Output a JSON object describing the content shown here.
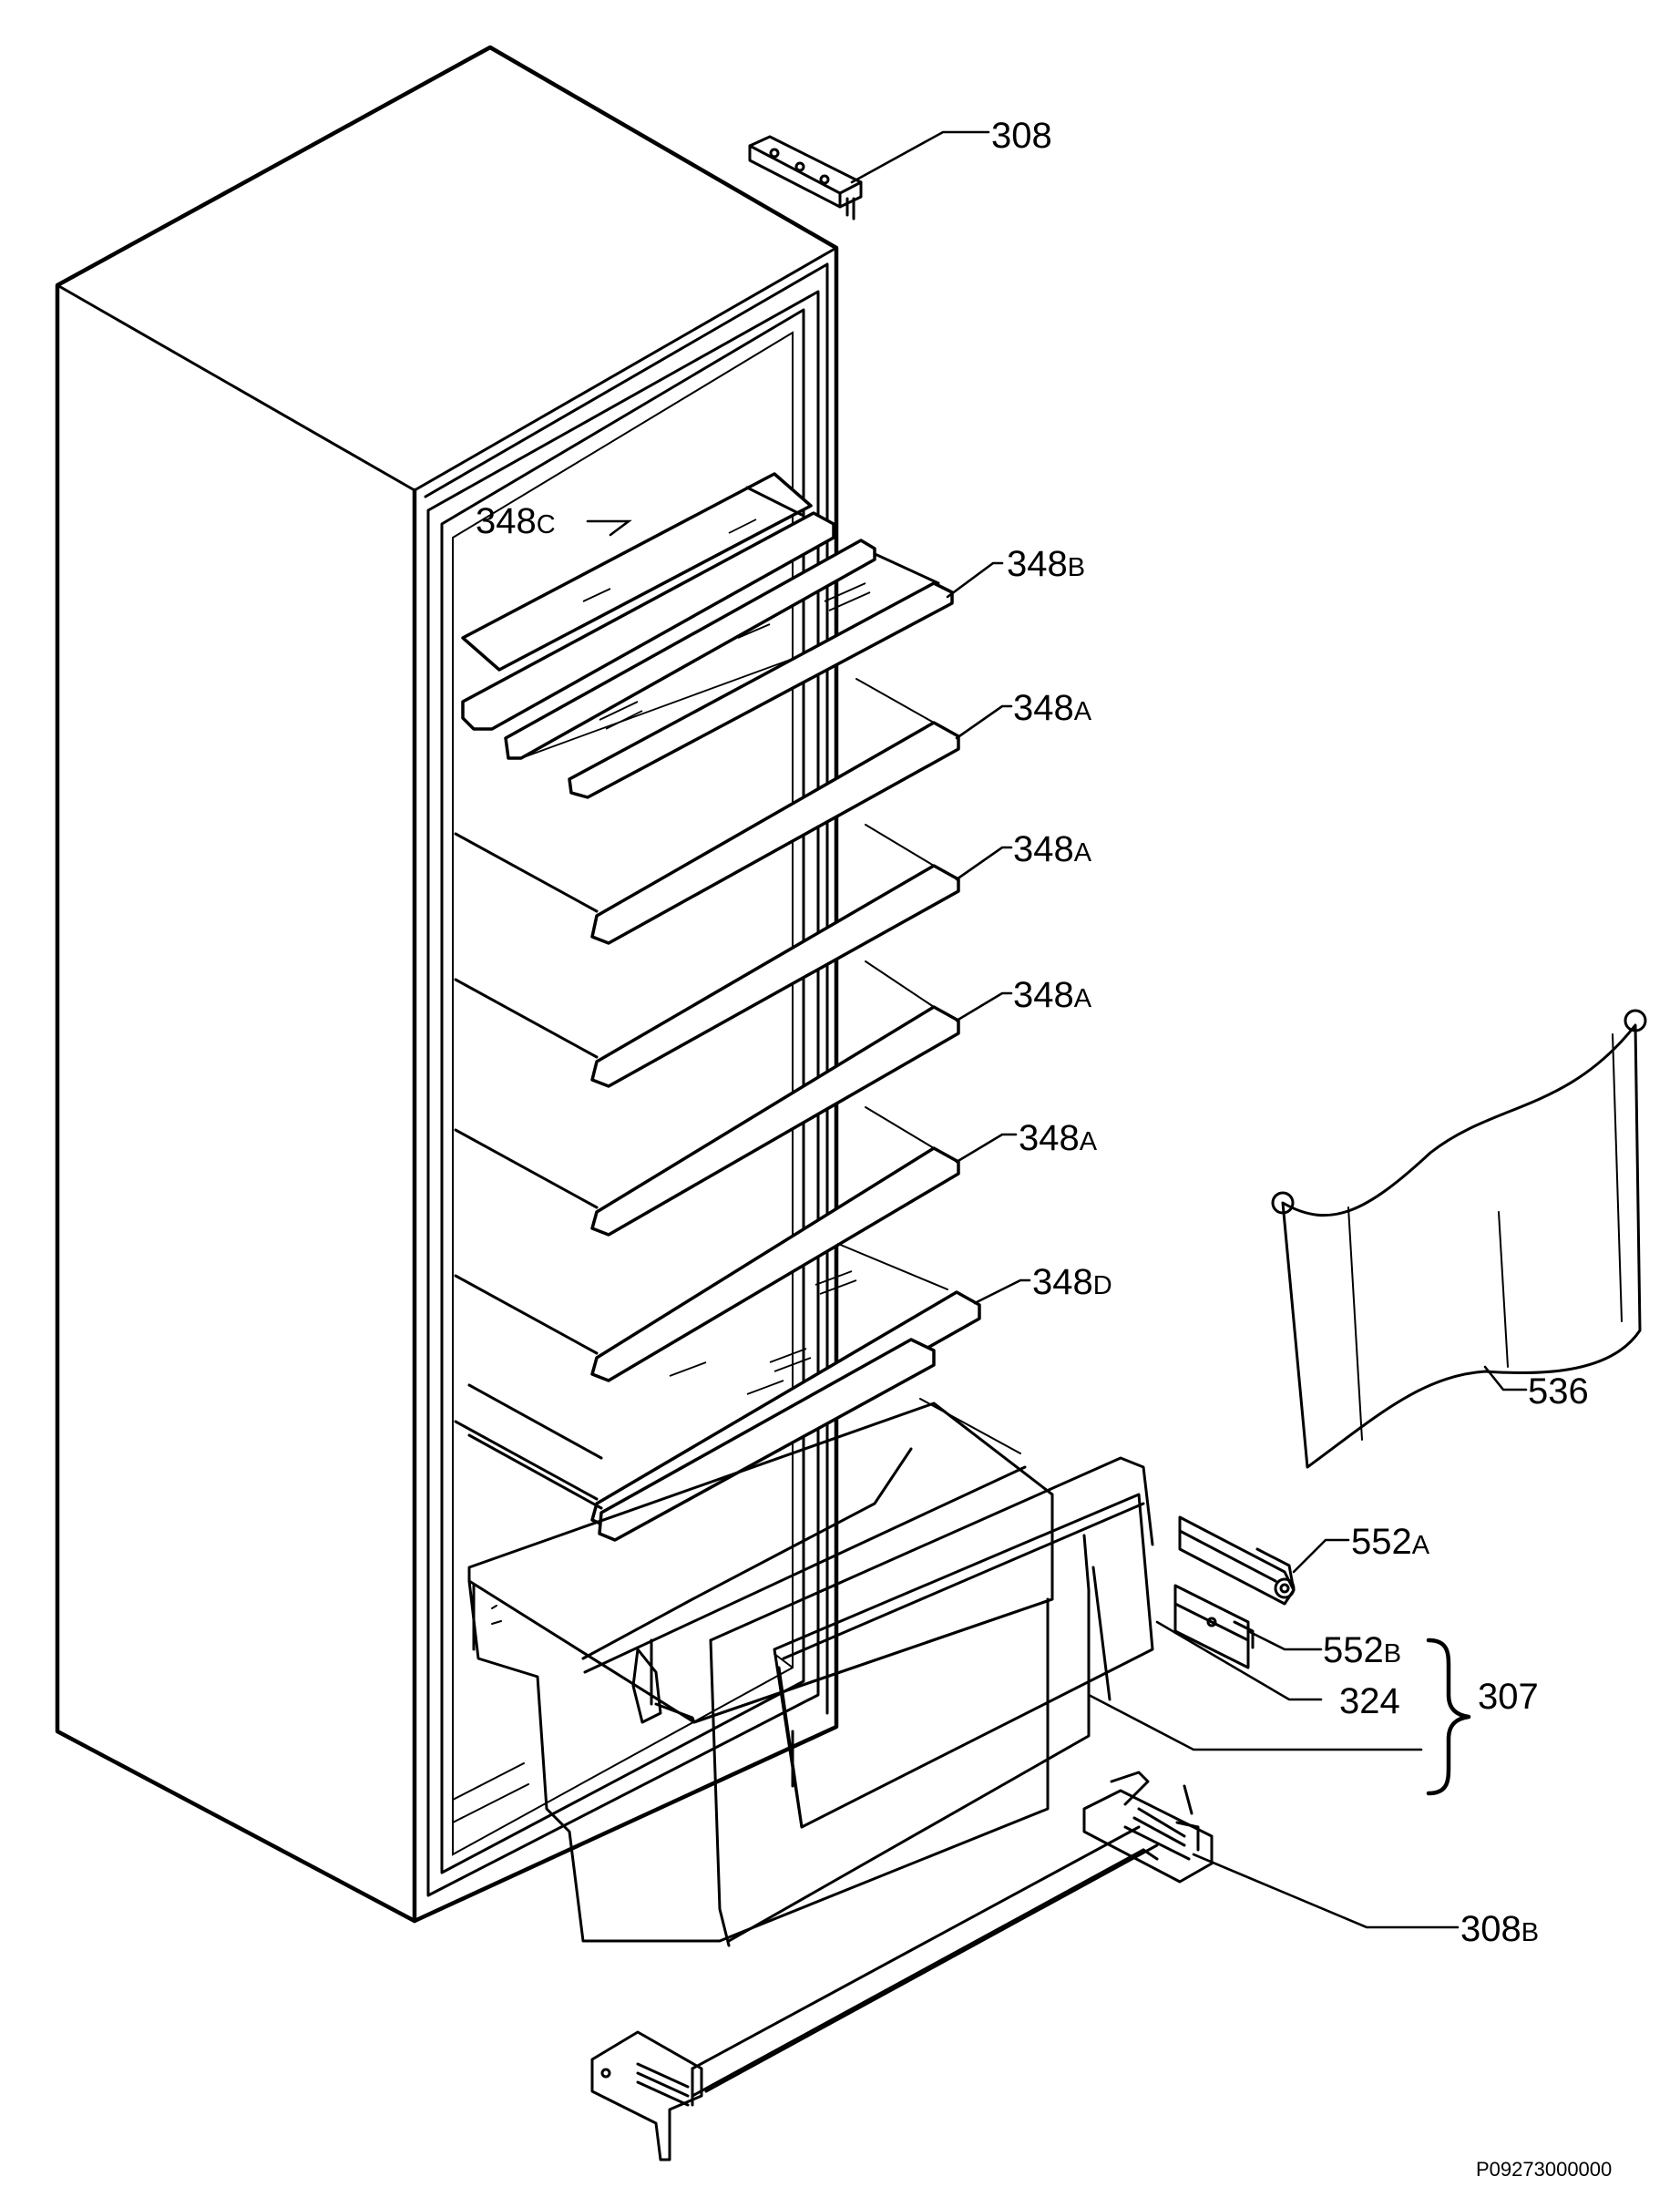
{
  "parts": [
    {
      "key": "p308",
      "num": "308",
      "suffix": ""
    },
    {
      "key": "p348c",
      "num": "348",
      "suffix": "C"
    },
    {
      "key": "p348b",
      "num": "348",
      "suffix": "B"
    },
    {
      "key": "p348a1",
      "num": "348",
      "suffix": "A"
    },
    {
      "key": "p348a2",
      "num": "348",
      "suffix": "A"
    },
    {
      "key": "p348a3",
      "num": "348",
      "suffix": "A"
    },
    {
      "key": "p348a4",
      "num": "348",
      "suffix": "A"
    },
    {
      "key": "p348d",
      "num": "348",
      "suffix": "D"
    },
    {
      "key": "p536",
      "num": "536",
      "suffix": ""
    },
    {
      "key": "p552a",
      "num": "552",
      "suffix": "A"
    },
    {
      "key": "p552b",
      "num": "552",
      "suffix": "B"
    },
    {
      "key": "p324",
      "num": "324",
      "suffix": ""
    },
    {
      "key": "p307",
      "num": "307",
      "suffix": ""
    },
    {
      "key": "p308b",
      "num": "308",
      "suffix": "B"
    }
  ],
  "drawing_code": "P09273000000"
}
